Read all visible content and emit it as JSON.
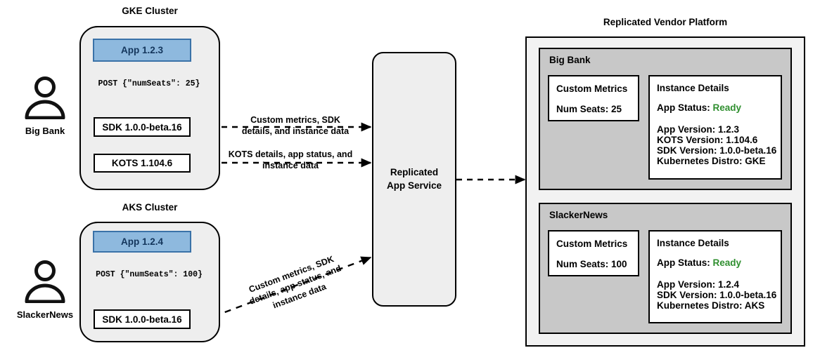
{
  "diagram": {
    "title_gke": "GKE Cluster",
    "title_aks": "AKS Cluster",
    "title_platform": "Replicated Vendor Platform"
  },
  "actors": [
    {
      "name": "Big Bank",
      "icon": "person-icon"
    },
    {
      "name": "SlackerNews",
      "icon": "person-icon"
    }
  ],
  "gke_cluster": {
    "app_box": "App 1.2.3",
    "post_label": "POST {\"numSeats\": 25}",
    "sdk_box": "SDK 1.0.0-beta.16",
    "kots_box": "KOTS 1.104.6"
  },
  "aks_cluster": {
    "app_box": "App 1.2.4",
    "post_label": "POST {\"numSeats\": 100}",
    "sdk_box": "SDK 1.0.0-beta.16"
  },
  "edges": {
    "sdk_to_service_line1": "Custom metrics, SDK",
    "sdk_to_service_line2": "details, and instance data",
    "kots_to_service_line1": "KOTS details, app status, and",
    "kots_to_service_line2": "instance data",
    "aks_to_service_line1": "Custom metrics, SDK",
    "aks_to_service_line2": "details, app status, and",
    "aks_to_service_line3": "instance data"
  },
  "service": {
    "line1": "Replicated",
    "line2": "App Service"
  },
  "platform": {
    "tenants": [
      {
        "name": "Big Bank",
        "metrics": {
          "heading": "Custom Metrics",
          "value": "Num Seats: 25"
        },
        "details": {
          "heading": "Instance Details",
          "status_label": "App Status:",
          "status_value": "Ready",
          "lines": [
            "App Version: 1.2.3",
            "KOTS Version: 1.104.6",
            "SDK Version: 1.0.0-beta.16",
            "Kubernetes Distro: GKE"
          ]
        }
      },
      {
        "name": "SlackerNews",
        "metrics": {
          "heading": "Custom Metrics",
          "value": "Num Seats: 100"
        },
        "details": {
          "heading": "Instance Details",
          "status_label": "App Status:",
          "status_value": "Ready",
          "lines": [
            "App Version: 1.2.4",
            "SDK Version: 1.0.0-beta.16",
            "Kubernetes Distro: AKS"
          ]
        }
      }
    ]
  },
  "colors": {
    "app_fill": "#8EB9DE",
    "app_border": "#3A72A8",
    "cluster_fill": "#EEEEEE",
    "tenant_fill": "#C8C8C8",
    "platform_fill": "#F2F2F2",
    "status_ready": "#2F8F2F",
    "stroke": "#000000"
  }
}
